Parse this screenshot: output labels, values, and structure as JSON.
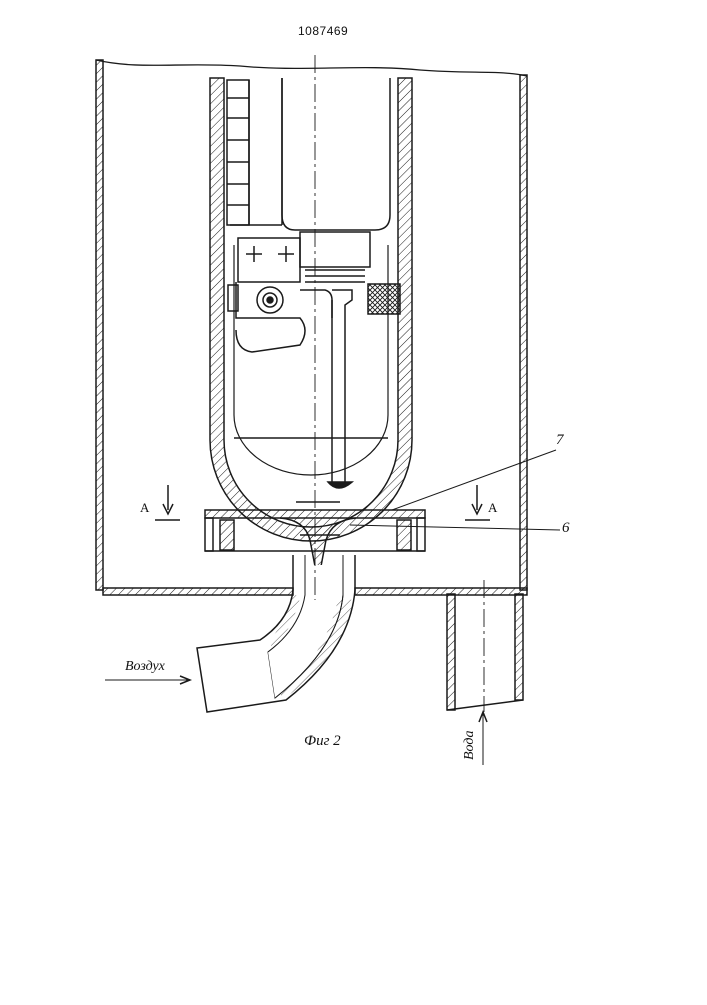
{
  "patent_number": "1087469",
  "figure_caption": "Фиг 2",
  "labels": {
    "part_7": "7",
    "part_6": "6",
    "section_left": "A",
    "section_right": "A",
    "air": "Воздух",
    "water": "Вода"
  },
  "colors": {
    "ink": "#1a1a1a",
    "paper": "#ffffff"
  }
}
